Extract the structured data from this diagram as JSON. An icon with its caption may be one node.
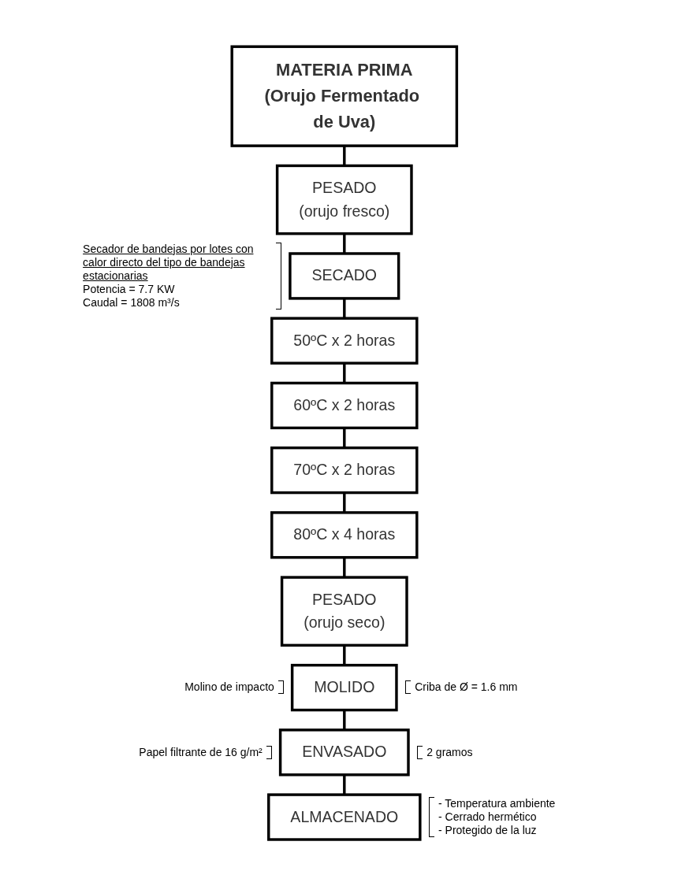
{
  "diagram": {
    "nodes": [
      {
        "text": [
          "MATERIA PRIMA",
          "(Orujo Fermentado de Uva)"
        ]
      },
      {
        "text": [
          "PESADO",
          "(orujo fresco)"
        ]
      },
      {
        "text": [
          "SECADO"
        ],
        "beside": [
          "Secador de bandejas por lotes con calor directo del tipo de bandejas estacionarias",
          "Potencia = 7.7 KW",
          "Caudal = 1808 m³/s"
        ]
      },
      {
        "text": [
          "50ºC x 2 horas"
        ]
      },
      {
        "text": [
          "60ºC x 2 horas"
        ]
      },
      {
        "text": [
          "70ºC x 2 horas"
        ]
      },
      {
        "text": [
          "80ºC x 4 horas"
        ]
      },
      {
        "text": [
          "PESADO",
          "(orujo seco)"
        ]
      },
      {
        "text": [
          "MOLIDO"
        ],
        "beside": [
          "Molino de impacto",
          "Criba de Ø = 1.6 mm"
        ]
      },
      {
        "text": [
          "ENVASADO"
        ],
        "beside": [
          "Papel filtrante de 16 g/m²",
          "2 gramos"
        ]
      },
      {
        "text": [
          "ALMACENADO"
        ],
        "beside": [
          "- Temperatura ambiente",
          "- Cerrado hermético",
          "- Protegido de la luz"
        ]
      }
    ],
    "edges": [
      {
        "from": 0,
        "to": 1,
        "arrow": "none"
      },
      {
        "from": 1,
        "to": 2,
        "arrow": "none"
      },
      {
        "from": 2,
        "to": 3,
        "arrow": "none"
      },
      {
        "from": 3,
        "to": 4,
        "arrow": "none"
      },
      {
        "from": 4,
        "to": 5,
        "arrow": "none"
      },
      {
        "from": 5,
        "to": 6,
        "arrow": "none"
      },
      {
        "from": 6,
        "to": 7,
        "arrow": "none"
      },
      {
        "from": 7,
        "to": 8,
        "arrow": "none"
      },
      {
        "from": 8,
        "to": 9,
        "arrow": "none"
      },
      {
        "from": 9,
        "to": 10,
        "arrow": "none"
      }
    ]
  }
}
